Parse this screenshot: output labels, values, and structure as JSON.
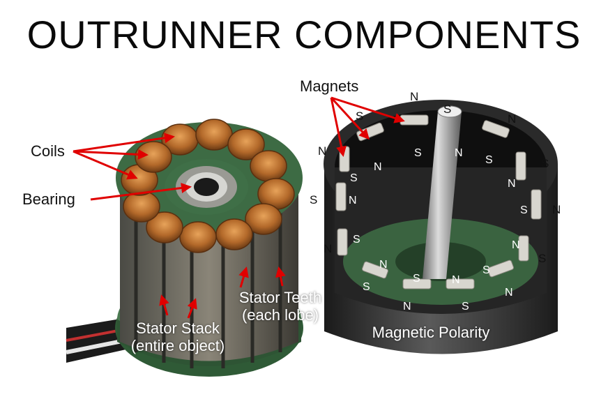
{
  "title": "OUTRUNNER COMPONENTS",
  "labels": {
    "magnets": "Magnets",
    "coils": "Coils",
    "bearing": "Bearing",
    "stator_teeth_line1": "Stator Teeth",
    "stator_teeth_line2": "(each lobe)",
    "stator_stack_line1": "Stator Stack",
    "stator_stack_line2": "(entire object)",
    "magnetic_polarity": "Magnetic Polarity"
  },
  "polarity": {
    "n": "N",
    "s": "S"
  },
  "colors": {
    "arrow": "#e00000",
    "stator_green": "#3f6b45",
    "copper": "#b8732e",
    "rotor_dark": "#2b2b2b"
  }
}
